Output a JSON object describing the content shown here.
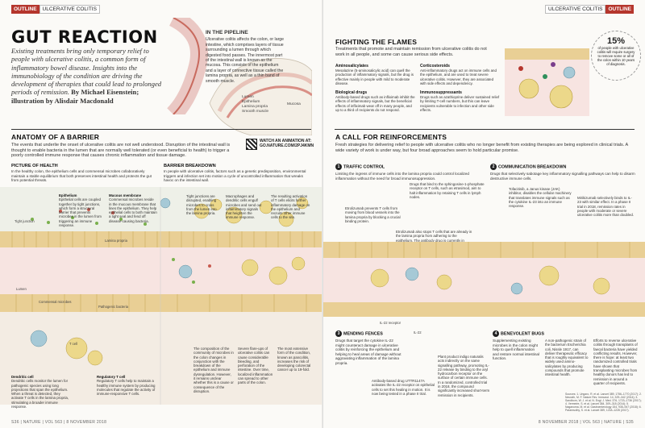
{
  "left": {
    "tag_a": "OUTLINE",
    "tag_b": "ULCERATIVE COLITIS",
    "title": "GUT REACTION",
    "intro": "Existing treatments bring only temporary relief to people with ulcerative colitis, a common form of inflammatory bowel disease. Insights into the immunobiology of the condition are driving the development of therapies that could lead to prolonged periods of remission.",
    "byline_a": "By Michael Eisenstein;",
    "byline_b": "illustration by Alisdair Macdonald",
    "pipeline_title": "IN THE PIPELINE",
    "pipeline_text": "Ulcerative colitis affects the colon, or large intestine, which comprises layers of tissue surrounding a lumen through which digested food passes. The innermost part of the intestinal wall is known as the mucosa. This consists of the epithelium and a layer of connective tissue called the lamina propria, as well as a thin band of smooth muscle.",
    "layers": [
      "Lumen",
      "Epithelium",
      "Lamina propria",
      "Smooth muscle"
    ],
    "mucosa_label": "Mucosa",
    "anatomy_h": "ANATOMY OF A BARRIER",
    "anatomy_sub": "The events that underlie the onset of ulcerative colitis are not well understood. Disruption of the intestinal wall is thought to enable bacteria in the lumen that are normally well tolerated (or even beneficial to health) to trigger a poorly controlled immune response that causes chronic inflammation and tissue damage.",
    "watch": "WATCH AN ANIMATION AT:",
    "watch_url": "GO.NATURE.COM/2PJ4KMN",
    "health_h": "PICTURE OF HEALTH",
    "health_text": "In the healthy colon, the epithelium cells and commensal microbes collaboratively maintain a stable equilibrium that both preserves intestinal health and protects the gut from potential threats.",
    "breakdown_h": "BARRIER BREAKDOWN",
    "breakdown_text": "In people with ulcerative colitis, factors such as a genetic predisposition, environmental triggers and infection set into motion a cycle of uncontrolled inflammation that wreaks havoc on the intestinal wall.",
    "epithelium_t": "Epithelium",
    "epithelium_d": "Epithelial cells are coupled together by tight junctions, which form a structural barrier that prevents microbes in the lumen from triggering an immune response.",
    "mucous_t": "Mucous membrane",
    "mucous_d": "Commensal microbes reside in the mucous membrane that lines the epithelium. They help epithelial cells to both maintain a tight seal and fend off disease-causing bacteria.",
    "tight_junction": "Tight junction",
    "lamina": "Lamina propria",
    "lumen": "Lumen",
    "commensal": "Commensal microbes",
    "pathogenic": "Pathogenic bacteria",
    "tcell": "T cell",
    "dendritic_t": "Dendritic cell",
    "dendritic_d": "Dendritic cells monitor the lumen for pathogenic species using long projections that span the epithelium. When a threat is detected, they activate T cells in the lamina propria, stimulating a broader immune response.",
    "treg_t": "Regulatory T cell",
    "treg_d": "Regulatory T cells help to maintain a healthy immune system by producing molecules that regulate the activity of immune-responsive T cells.",
    "tj_note": "Tight junctions are disrupted, enabling microbes to cross from the lumen into the lamina propria.",
    "macro_note": "Macrophages and dendritic cells engulf microbes and send out inflammatory signals that heighten the immune response.",
    "resulting_note": "The resulting activation of T cells elicits further inflammatory damage on the epithelium and recruits other immune cells to the site.",
    "composition_note": "The composition of the community of microbes in the colon changes in conjunction with the breakdown of the epithelium and immune dysregulation. However, it remains unclear whether this is a cause or consequence of the disruption.",
    "flare_note": "Severe flare-ups of ulcerative colitis can cause considerable bleeding, and perforation of the intestine. Over time, localized inflammation can spread to other parts of the colon.",
    "extensive_note": "The most extensive form of the condition, known as pancolitis, increases the risk of developing colorectal cancer up to 19-fold.",
    "footer": "S36 | NATURE | VOL 563 | 8 NOVEMBER 2018"
  },
  "right": {
    "tag_a": "ULCERATIVE COLITIS",
    "tag_b": "OUTLINE",
    "flames_h": "FIGHTING THE FLAMES",
    "flames_sub": "Treatments that promote and maintain remission from ulcerative colitis do not work in all people, and some can cause serious side effects.",
    "pct_value": "15%",
    "pct_text": "of people with ulcerative colitis will require surgery to remove some or all of the colon within 10 years of diagnosis.",
    "drugs": [
      {
        "t": "Aminosalicylates",
        "d": "Mesalazine (5-aminosalicylic acid) can quell the production of inflammatory signals, but the drug is effective mainly in people with mild to moderate disease."
      },
      {
        "t": "Biological drugs",
        "d": "Antibody-based drugs such as infliximab inhibit the effects of inflammatory signals, but the beneficial effects of infliximab wear off in many people, and up to a third of recipients do not respond."
      },
      {
        "t": "Corticosteroids",
        "d": "Anti-inflammatory drugs act on immune cells and the epithelium, and are used to treat severe ulcerative colitis. However, they are associated with side effects and dependency."
      },
      {
        "t": "Immunosuppressants",
        "d": "Drugs such as azathioprine deliver sustained relief by limiting T-cell numbers, but this can leave recipients vulnerable to infection and other side effects."
      }
    ],
    "reinf_h": "A CALL FOR REINFORCEMENTS",
    "reinf_sub": "Fresh strategies for delivering relief to people with ulcerative colitis who no longer benefit from existing therapies are being explored in clinical trials. A wide variety of work is under way, but four broad approaches seem to hold particular promise.",
    "s1_n": "1",
    "s1_h": "TRAFFIC CONTROL",
    "s1_d": "Limiting the ingress of immune cells into the lamina propria could control localized inflammation without the need for broad immunosuppression.",
    "s1_a": "Drugs that bind to the sphingosine-1-phosphate receptor on T cells, such as etrasimod, aim to halt inflammation by retaining T cells in lymph nodes.",
    "s1_b": "Etrolizumab prevents T cells from moving from blood vessels into the lamina propria by blocking a crucial binding protein.",
    "s1_c": "Etrolizumab also stops T cells that are already in the lamina propria from adhering to the epithelium. The antibody drug is currently in phase III trials.",
    "s2_n": "2",
    "s2_h": "COMMUNICATION BREAKDOWN",
    "s2_d": "Drugs that selectively sabotage key inflammatory signalling pathways can help to disarm destructive immune cells.",
    "s2_a": "Tofacitinib, a Janus kinase (JAK) inhibitor, disables the cellular machinery that translates immune signals such as the cytokine IL-23 into an immune response.",
    "s2_b": "Mirikizumab selectively binds to IL-23 with similar effect. In a phase II trial in 2018, remission rates in people with moderate or severe ulcerative colitis more than doubled.",
    "s3_n": "3",
    "s3_h": "MENDING FENCES",
    "s3_d": "Drugs that target the cytokine IL-22 might counteract damage in ulcerative colitis by reinforcing the epithelium and helping to heal areas of damage without aggravating inflammation of the lamina propria.",
    "s3_a": "Antibody-based drug UTTR1147A activates the IL-22 receptor on epithelial cells to set this healing in motion. It is now being tested in a phase II trial.",
    "s3_b": "Plant product indigo naturalis acts indirectly on the same signalling pathway, promoting IL-22 release by binding to the aryl hydrocarbon receptor on the surface of certain immune cells. In a randomized, controlled trial in 2018, the compound significantly increased short-term remission in recipients.",
    "il22": "IL-22",
    "il22r": "IL-22 receptor",
    "s4_n": "4",
    "s4_h": "BENEVOLENT BUGS",
    "s4_d": "Supplementing existing microbes in the colon might help to quell inflammation and restore normal intestinal function.",
    "s4_a": "A non-pathogenic strain of the bacterium Escherichia coli, Nissle 1917, can deliver therapeutic efficacy that is roughly equivalent to widely used amino-salicylates by producing compounds that promote intestinal health.",
    "s4_b": "Efforts to reverse ulcerative colitis through transplants of faecal bacteria have yielded conflicting results. However, there is hope: at least two randomized controlled trials have shown that transplanting microbes from healthy donors has led to remission in around a quarter of recipients.",
    "sources": "Sources: 1. Ungaro, R. et al. Lancet 389, 1756–1770 (2017); 2. Neurath, M. F. Nature Rev. Immunol. 14, 329–342 (2014); 3. Sandborn, W. J. et al. N. Engl. J. Med. 376, 1723–1736 (2017); 4. Vermeire, S. et al. Lancet 384, 309–318 (2014); 5. Naganuma, M. et al. Gastroenterology 154, 935–947 (2018); 6. Paramsothy, S. et al. Lancet 389, 1218–1228 (2017).",
    "footer": "8 NOVEMBER 2018 | VOL 563 | NATURE | S35"
  }
}
